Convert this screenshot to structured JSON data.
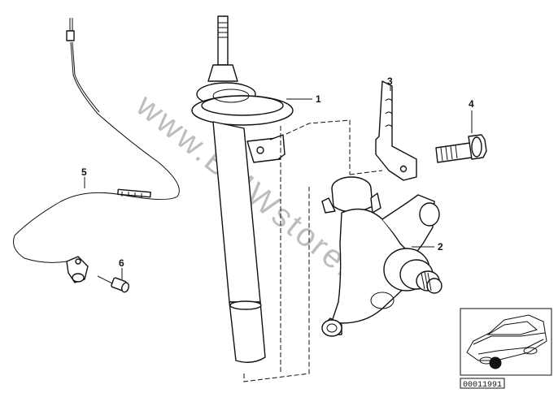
{
  "watermark": "www.BMWstore.bg",
  "callouts": [
    {
      "id": "1",
      "label": "1"
    },
    {
      "id": "2",
      "label": "2"
    },
    {
      "id": "3",
      "label": "3"
    },
    {
      "id": "4",
      "label": "4"
    },
    {
      "id": "5",
      "label": "5"
    },
    {
      "id": "6",
      "label": "6"
    }
  ],
  "reference_number": "00011991",
  "colors": {
    "line": "#111111",
    "watermark": "#bdbdbd",
    "background": "#ffffff"
  },
  "icons": [
    "car-location-icon"
  ]
}
